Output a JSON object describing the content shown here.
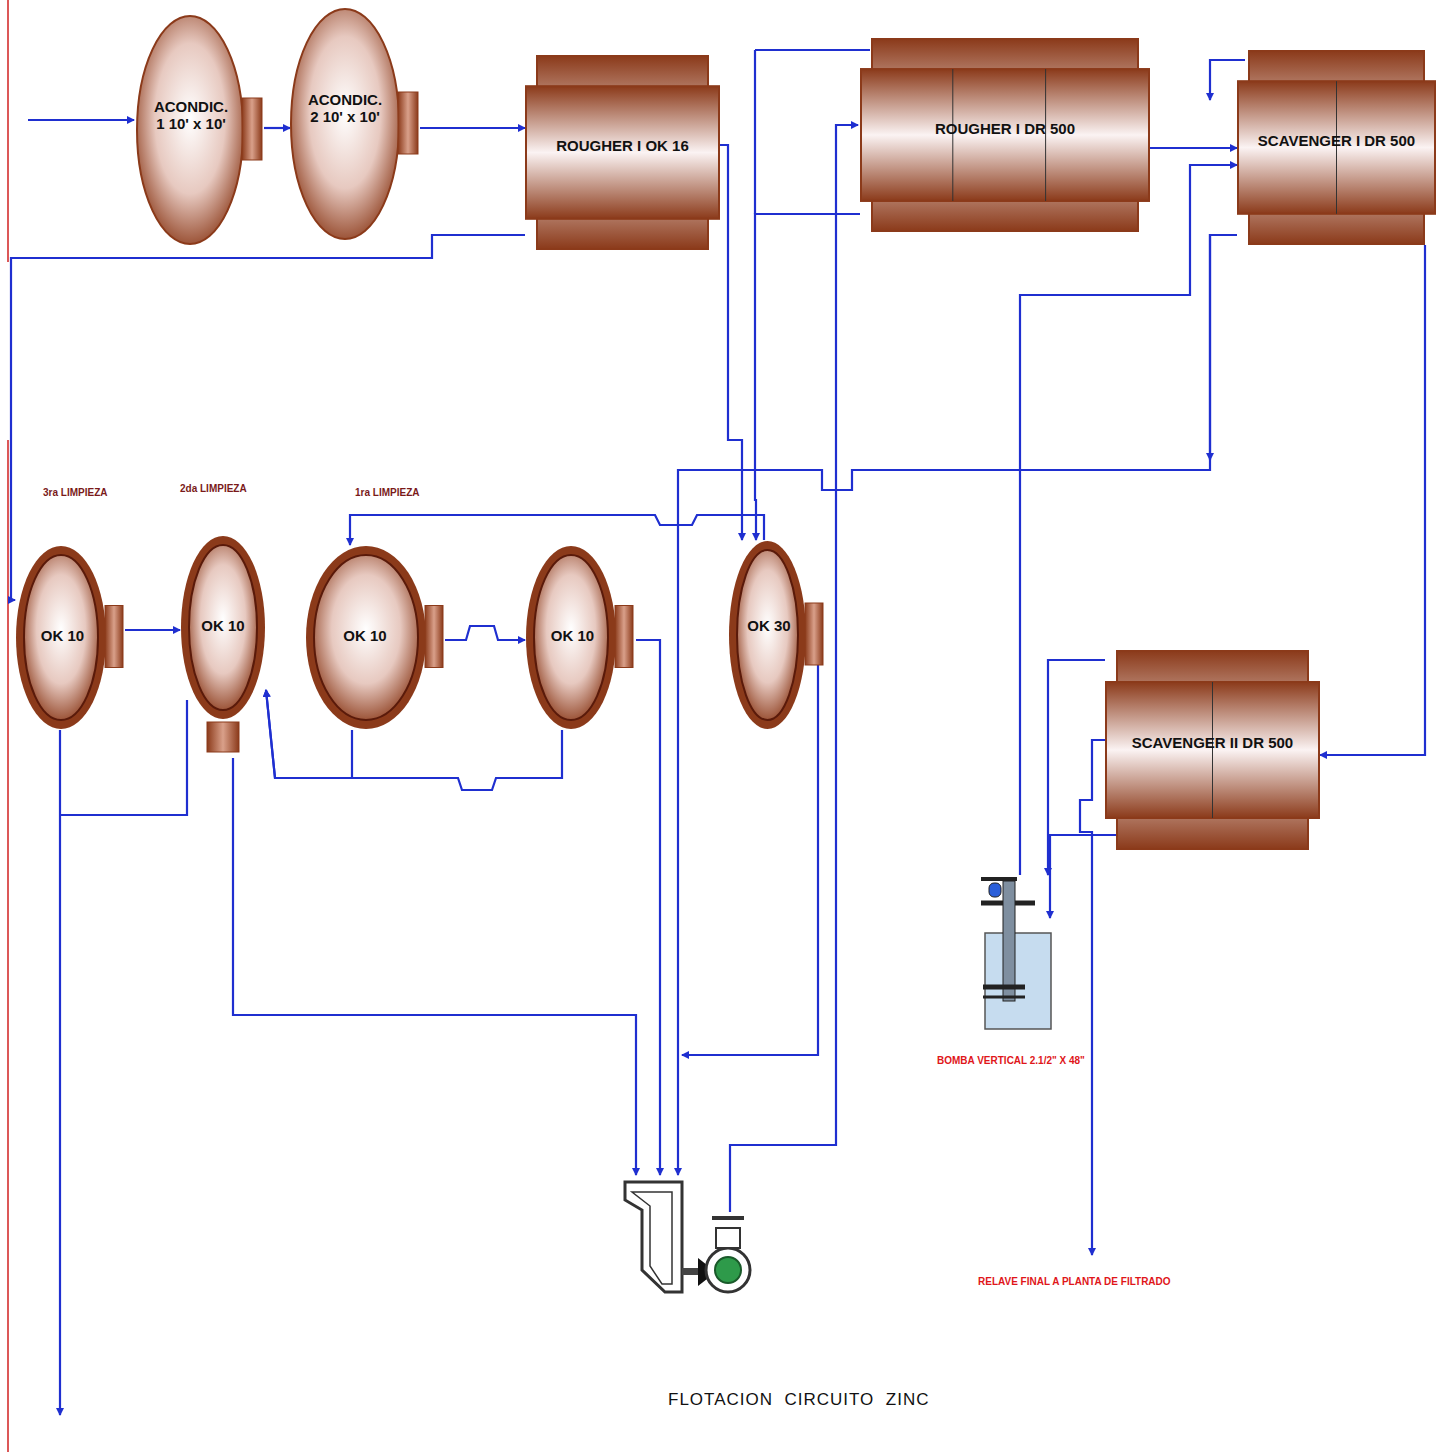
{
  "diagram": {
    "caption": "FLOTACION  CIRCUITO  ZINC",
    "nodes": [
      {
        "text": [
          "ACONDIC. 1 10' x 10'"
        ]
      },
      {
        "text": [
          "ACONDIC. 2 10' x 10'"
        ]
      },
      {
        "text": [
          "ROUGHER  I OK 16"
        ]
      },
      {
        "text": [
          "ROUGHER  I DR 500"
        ]
      },
      {
        "text": [
          "SCAVENGER  I DR 500"
        ]
      },
      {
        "text": [
          "3ra LIMPIEZA",
          "OK 10"
        ]
      },
      {
        "text": [
          "2da LIMPIEZA",
          "OK 10"
        ]
      },
      {
        "text": [
          "1ra LIMPIEZA",
          "OK 10"
        ]
      },
      {
        "text": [
          "OK 10"
        ]
      },
      {
        "text": [
          "OK 30"
        ]
      },
      {
        "text": [
          "SCAVENGER  II DR 500"
        ]
      },
      {
        "text": [
          "BOMBA VERTICAL 2.1/2\" X 48\""
        ]
      }
    ],
    "edges": [
      {
        "from": 0,
        "to": 1,
        "arrow": "to"
      },
      {
        "from": 1,
        "to": 2,
        "arrow": "to"
      },
      {
        "from": 3,
        "to": 4,
        "arrow": "to"
      },
      {
        "from": 2,
        "to": 5,
        "arrow": "to"
      },
      {
        "from": 2,
        "to": 9,
        "arrow": "to"
      },
      {
        "from": 3,
        "to": 9,
        "arrow": "to"
      },
      {
        "from": 4,
        "to": 10,
        "arrow": "to"
      },
      {
        "from": 10,
        "to": 11,
        "arrow": "to"
      },
      {
        "from": 11,
        "to": 4,
        "arrow": "to"
      },
      {
        "from": 5,
        "to": 6,
        "arrow": "to"
      },
      {
        "from": 7,
        "to": 8,
        "arrow": "to"
      },
      {
        "from": 9,
        "to": 7,
        "arrow": "to"
      },
      {
        "from": 7,
        "to": 6,
        "arrow": "to"
      },
      {
        "from": 8,
        "to": 6,
        "arrow": "to"
      }
    ],
    "labels": [
      "RELAVE  FINAL A PLANTA DE FILTRADO"
    ]
  }
}
